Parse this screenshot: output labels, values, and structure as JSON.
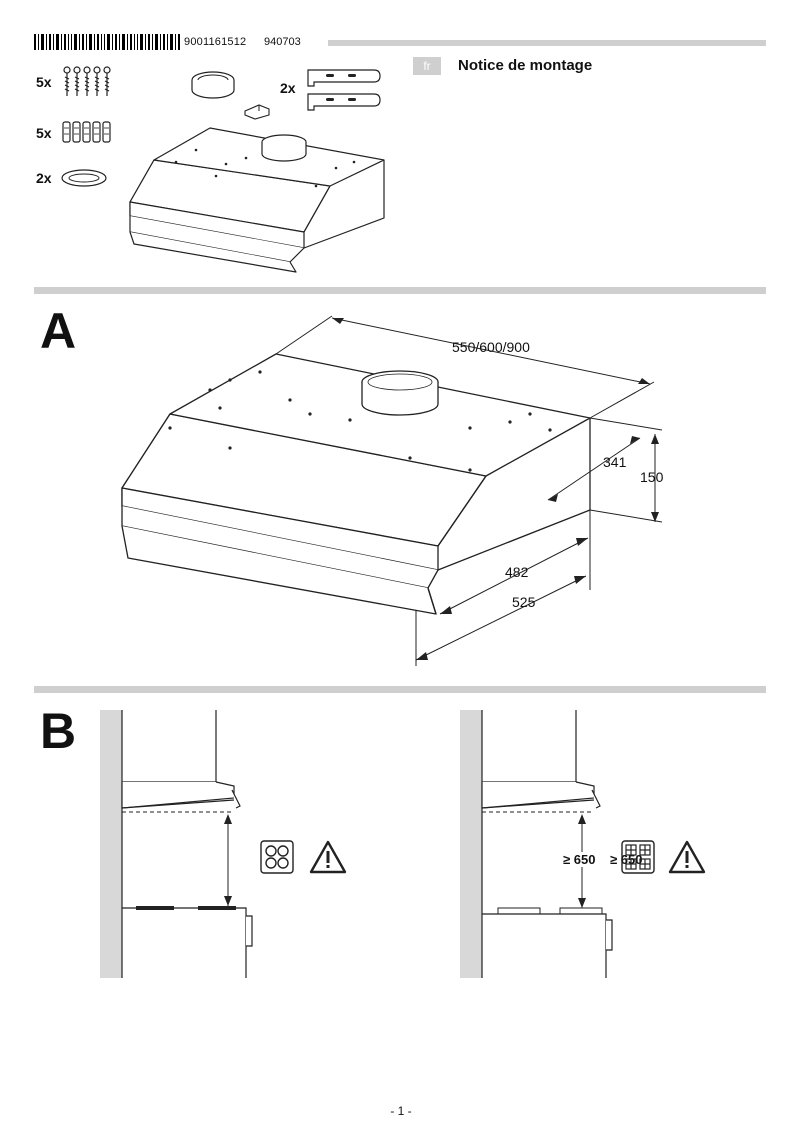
{
  "header": {
    "barcode_number": "9001161512",
    "doc_number": "940703",
    "language_badge": "fr",
    "title": "Notice de montage"
  },
  "parts": {
    "screws_qty": "5x",
    "dowels_qty": "5x",
    "rings_qty": "2x",
    "brackets_qty": "2x"
  },
  "section_a": {
    "letter": "A",
    "dim_width": "550/600/900",
    "dim_depth_top": "341",
    "dim_height": "150",
    "dim_depth_mid": "482",
    "dim_depth_bottom": "525"
  },
  "section_b": {
    "letter": "B",
    "min_height_left": "≥ 650",
    "min_height_right": "≥ 650"
  },
  "footer": {
    "page": "- 1 -"
  }
}
